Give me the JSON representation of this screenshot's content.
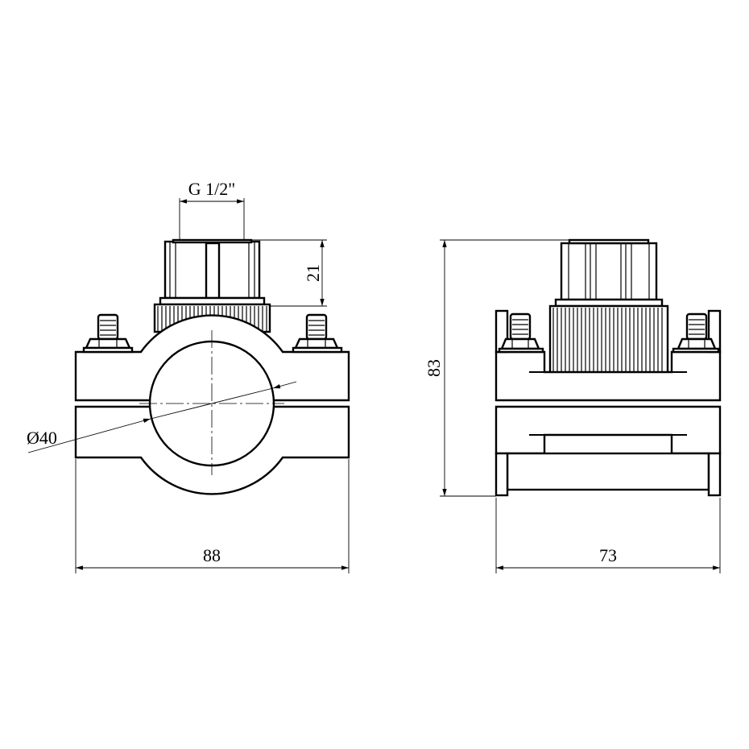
{
  "drawing": {
    "front_view": {
      "thread_label": "G 1/2\"",
      "height_label": "21",
      "diameter_label": "Ø40",
      "width_label": "88"
    },
    "side_view": {
      "height_label": "83",
      "width_label": "73"
    },
    "colors": {
      "line": "#000000",
      "background": "#ffffff"
    }
  }
}
